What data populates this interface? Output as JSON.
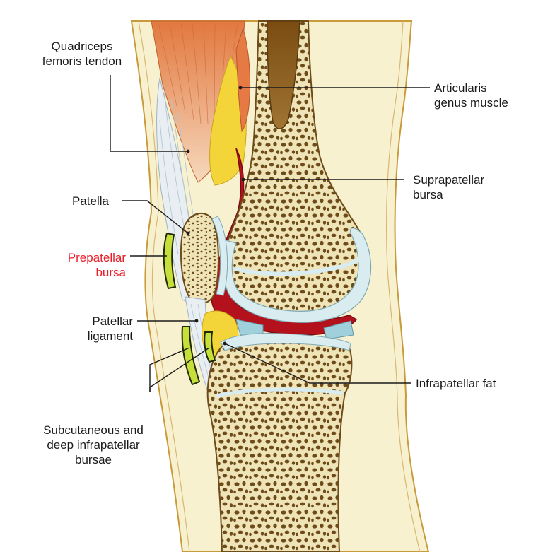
{
  "labels": {
    "quadriceps": [
      "Quadriceps",
      "femoris tendon"
    ],
    "articularis": [
      "Articularis",
      "genus muscle"
    ],
    "suprapatellar": [
      "Suprapatellar",
      "bursa"
    ],
    "patella": "Patella",
    "prepatellar": [
      "Prepatellar",
      "bursa"
    ],
    "patellar_ligament": [
      "Patellar",
      "ligament"
    ],
    "infrapatellar_fat": "Infrapatellar fat",
    "infrapatellar_bursae": [
      "Subcutaneous and",
      "deep infrapatellar",
      "bursae"
    ]
  },
  "colors": {
    "skin": "#f8f1cf",
    "skin_outline": "#c89a3a",
    "bone_spongy": "#efe4b8",
    "bone_pore": "#6e4c1a",
    "marrow": "#8a5a1c",
    "cartilage": "#d9ecef",
    "bursa_red": "#b3121d",
    "fat_yellow": "#f3d53a",
    "tendon": "#e8eef2",
    "muscle": "#e89a6a",
    "bursa_green": "#c6df3a",
    "prepatellar_label": "#e8202a"
  }
}
